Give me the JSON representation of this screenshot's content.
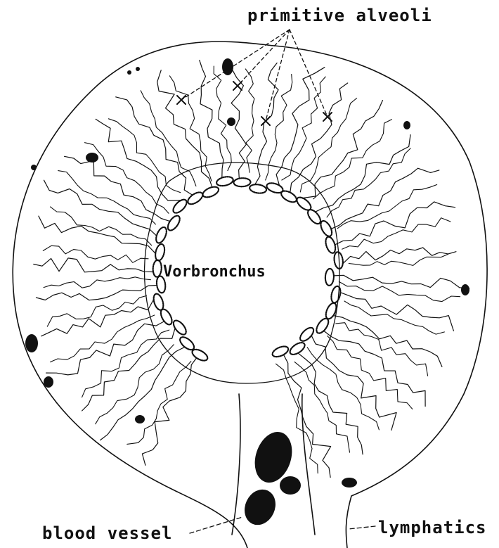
{
  "labels": {
    "alveoli": "primitive alveoli",
    "center": "Vorbronchus",
    "vessel": "blood vessel",
    "lymph": "lymphatics"
  },
  "colors": {
    "ink": "#111111",
    "paper": "#ffffff"
  }
}
